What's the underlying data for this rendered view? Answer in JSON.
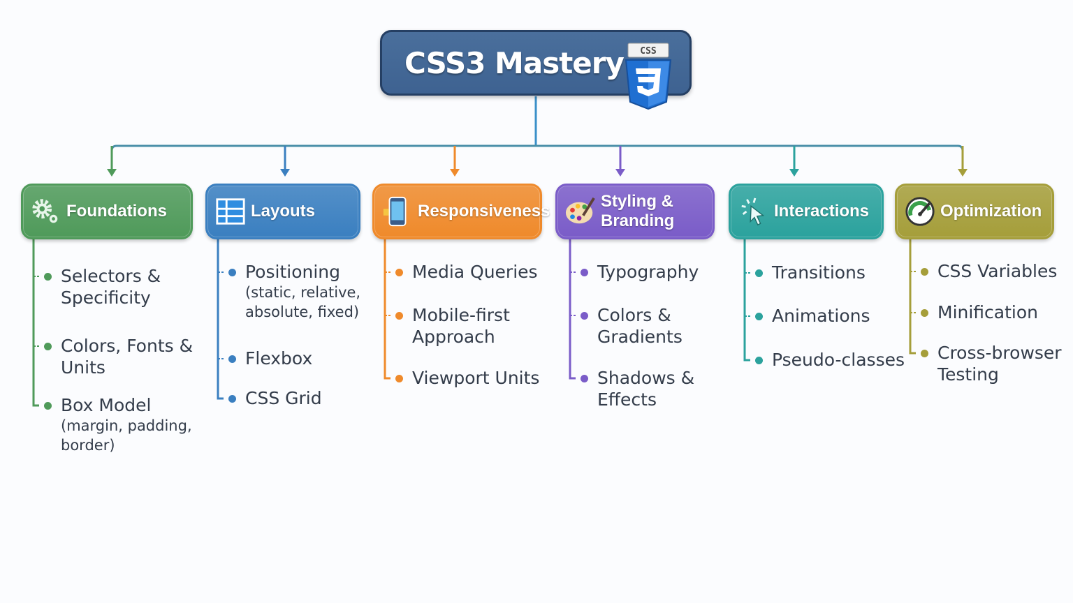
{
  "title": "CSS3 Mastery",
  "logo_text": "CSS",
  "colors": {
    "title": "#3e6291",
    "foundations": "#4f9a5a",
    "layouts": "#3a7fc0",
    "responsiveness": "#ef8a2b",
    "styling": "#7a5cc8",
    "interactions": "#2ba29d",
    "optimization": "#a59e3a"
  },
  "categories": [
    {
      "id": "foundations",
      "label": "Foundations",
      "icon": "gears-icon",
      "items": [
        {
          "text": "Selectors & Specificity"
        },
        {
          "text": "Colors, Fonts & Units"
        },
        {
          "text": "Box Model",
          "sub": "(margin, padding, border)"
        }
      ]
    },
    {
      "id": "layouts",
      "label": "Layouts",
      "icon": "grid-layout-icon",
      "items": [
        {
          "text": "Positioning",
          "sub": "(static, relative, absolute, fixed)"
        },
        {
          "text": "Flexbox"
        },
        {
          "text": "CSS Grid"
        }
      ]
    },
    {
      "id": "responsiveness",
      "label": "Responsiveness",
      "icon": "mobile-device-icon",
      "items": [
        {
          "text": "Media Queries"
        },
        {
          "text": "Mobile-first Approach"
        },
        {
          "text": "Viewport Units"
        }
      ]
    },
    {
      "id": "styling",
      "label": "Styling & Branding",
      "icon": "palette-icon",
      "items": [
        {
          "text": "Typography"
        },
        {
          "text": "Colors & Gradients"
        },
        {
          "text": "Shadows & Effects"
        }
      ]
    },
    {
      "id": "interactions",
      "label": "Interactions",
      "icon": "cursor-click-icon",
      "items": [
        {
          "text": "Transitions"
        },
        {
          "text": "Animations"
        },
        {
          "text": "Pseudo-classes"
        }
      ]
    },
    {
      "id": "optimization",
      "label": "Optimization",
      "icon": "speedometer-icon",
      "items": [
        {
          "text": "CSS Variables"
        },
        {
          "text": "Minification"
        },
        {
          "text": "Cross-browser Testing"
        }
      ]
    }
  ]
}
